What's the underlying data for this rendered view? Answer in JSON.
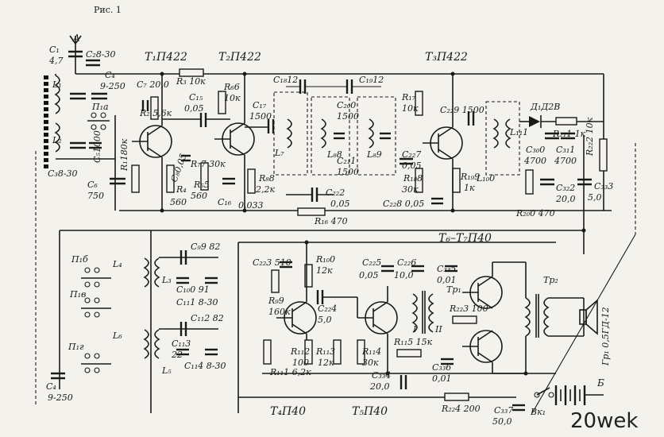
{
  "figure_label": "Рис. 1",
  "watermark": "20wek",
  "transistor_labels": {
    "t1": "T₁П422",
    "t2": "T₂П422",
    "t3": "T₃П422",
    "t4": "T₄П40",
    "t5": "T₅П40",
    "t6_t7": "T₆–T₇П40"
  },
  "component_labels": [
    "A",
    "C₁",
    "4,7",
    "C₂8-30",
    "C₄",
    "9-250",
    "L₁",
    "L₂",
    "П₁а",
    "C₃8-30",
    "C₅1000",
    "C₆",
    "750",
    "R₁180к",
    "C₇ 20,0",
    "R₂ 5,6к",
    "R₃ 10к",
    "C₁₅",
    "0,05",
    "R₆6",
    "10к",
    "C₈0,05",
    "R₇7 30к",
    "R₄",
    "560",
    "R₅5",
    "560",
    "C₁₆",
    "0,033",
    "C₁₇",
    "1500",
    "R₈8",
    "2,2к",
    "L₇",
    "C₁₈12",
    "C₁₉12",
    "C₂₀0",
    "1500",
    "L₈8",
    "C₂₁1",
    "1500",
    "L₈9",
    "C₂₂2",
    "0,05",
    "R₁₆ 470",
    "R₁₇",
    "10к",
    "C₂₂7",
    "0,05",
    "R₁₈8",
    "30к",
    "C₂₂8 0,05",
    "C₂₂9 1500",
    "R₁₉9",
    "1к",
    "L₁₀0",
    "L₁₁1",
    "Д₁Д2В",
    "R₂₁1 1к",
    "C₃₀0",
    "4700",
    "C₃₁1",
    "4700",
    "R₂₂2 10к",
    "R₂₀0 470",
    "C₃₂2",
    "20,0",
    "C₃₃3",
    "5,0",
    "П₁б",
    "П₁в",
    "П₁г",
    "L₄",
    "L₃",
    "C₉9 82",
    "C₁₀0 91",
    "C₁₁1 8-30",
    "L₆",
    "L₅",
    "C₁₁2 82",
    "C₁₁3",
    "22",
    "C₁₁4 8-30",
    "C₄",
    "9-250",
    "C₂₂3 510",
    "R₁₀0",
    "12к",
    "R₉9",
    "160к",
    "C₂₂4",
    "5,0",
    "R₁₁2",
    "100",
    "R₁₁1 6,2к",
    "R₁₁3",
    "12к",
    "R₁₁4",
    "30к",
    "C₂₂5",
    "0,05",
    "C₂₂6",
    "10,0",
    "C₃₃5",
    "0,01",
    "Tр₁",
    "R₂₂3 100",
    "R₁₁5 15к",
    "C₃₃4",
    "20,0",
    "C₃₃6",
    "0,01",
    "Tр₂",
    "Гр₁ 0,5ГД-12",
    "Б",
    "Вк₁",
    "R₂₂4 200",
    "C₃₃7",
    "50,0",
    "I",
    "II"
  ]
}
